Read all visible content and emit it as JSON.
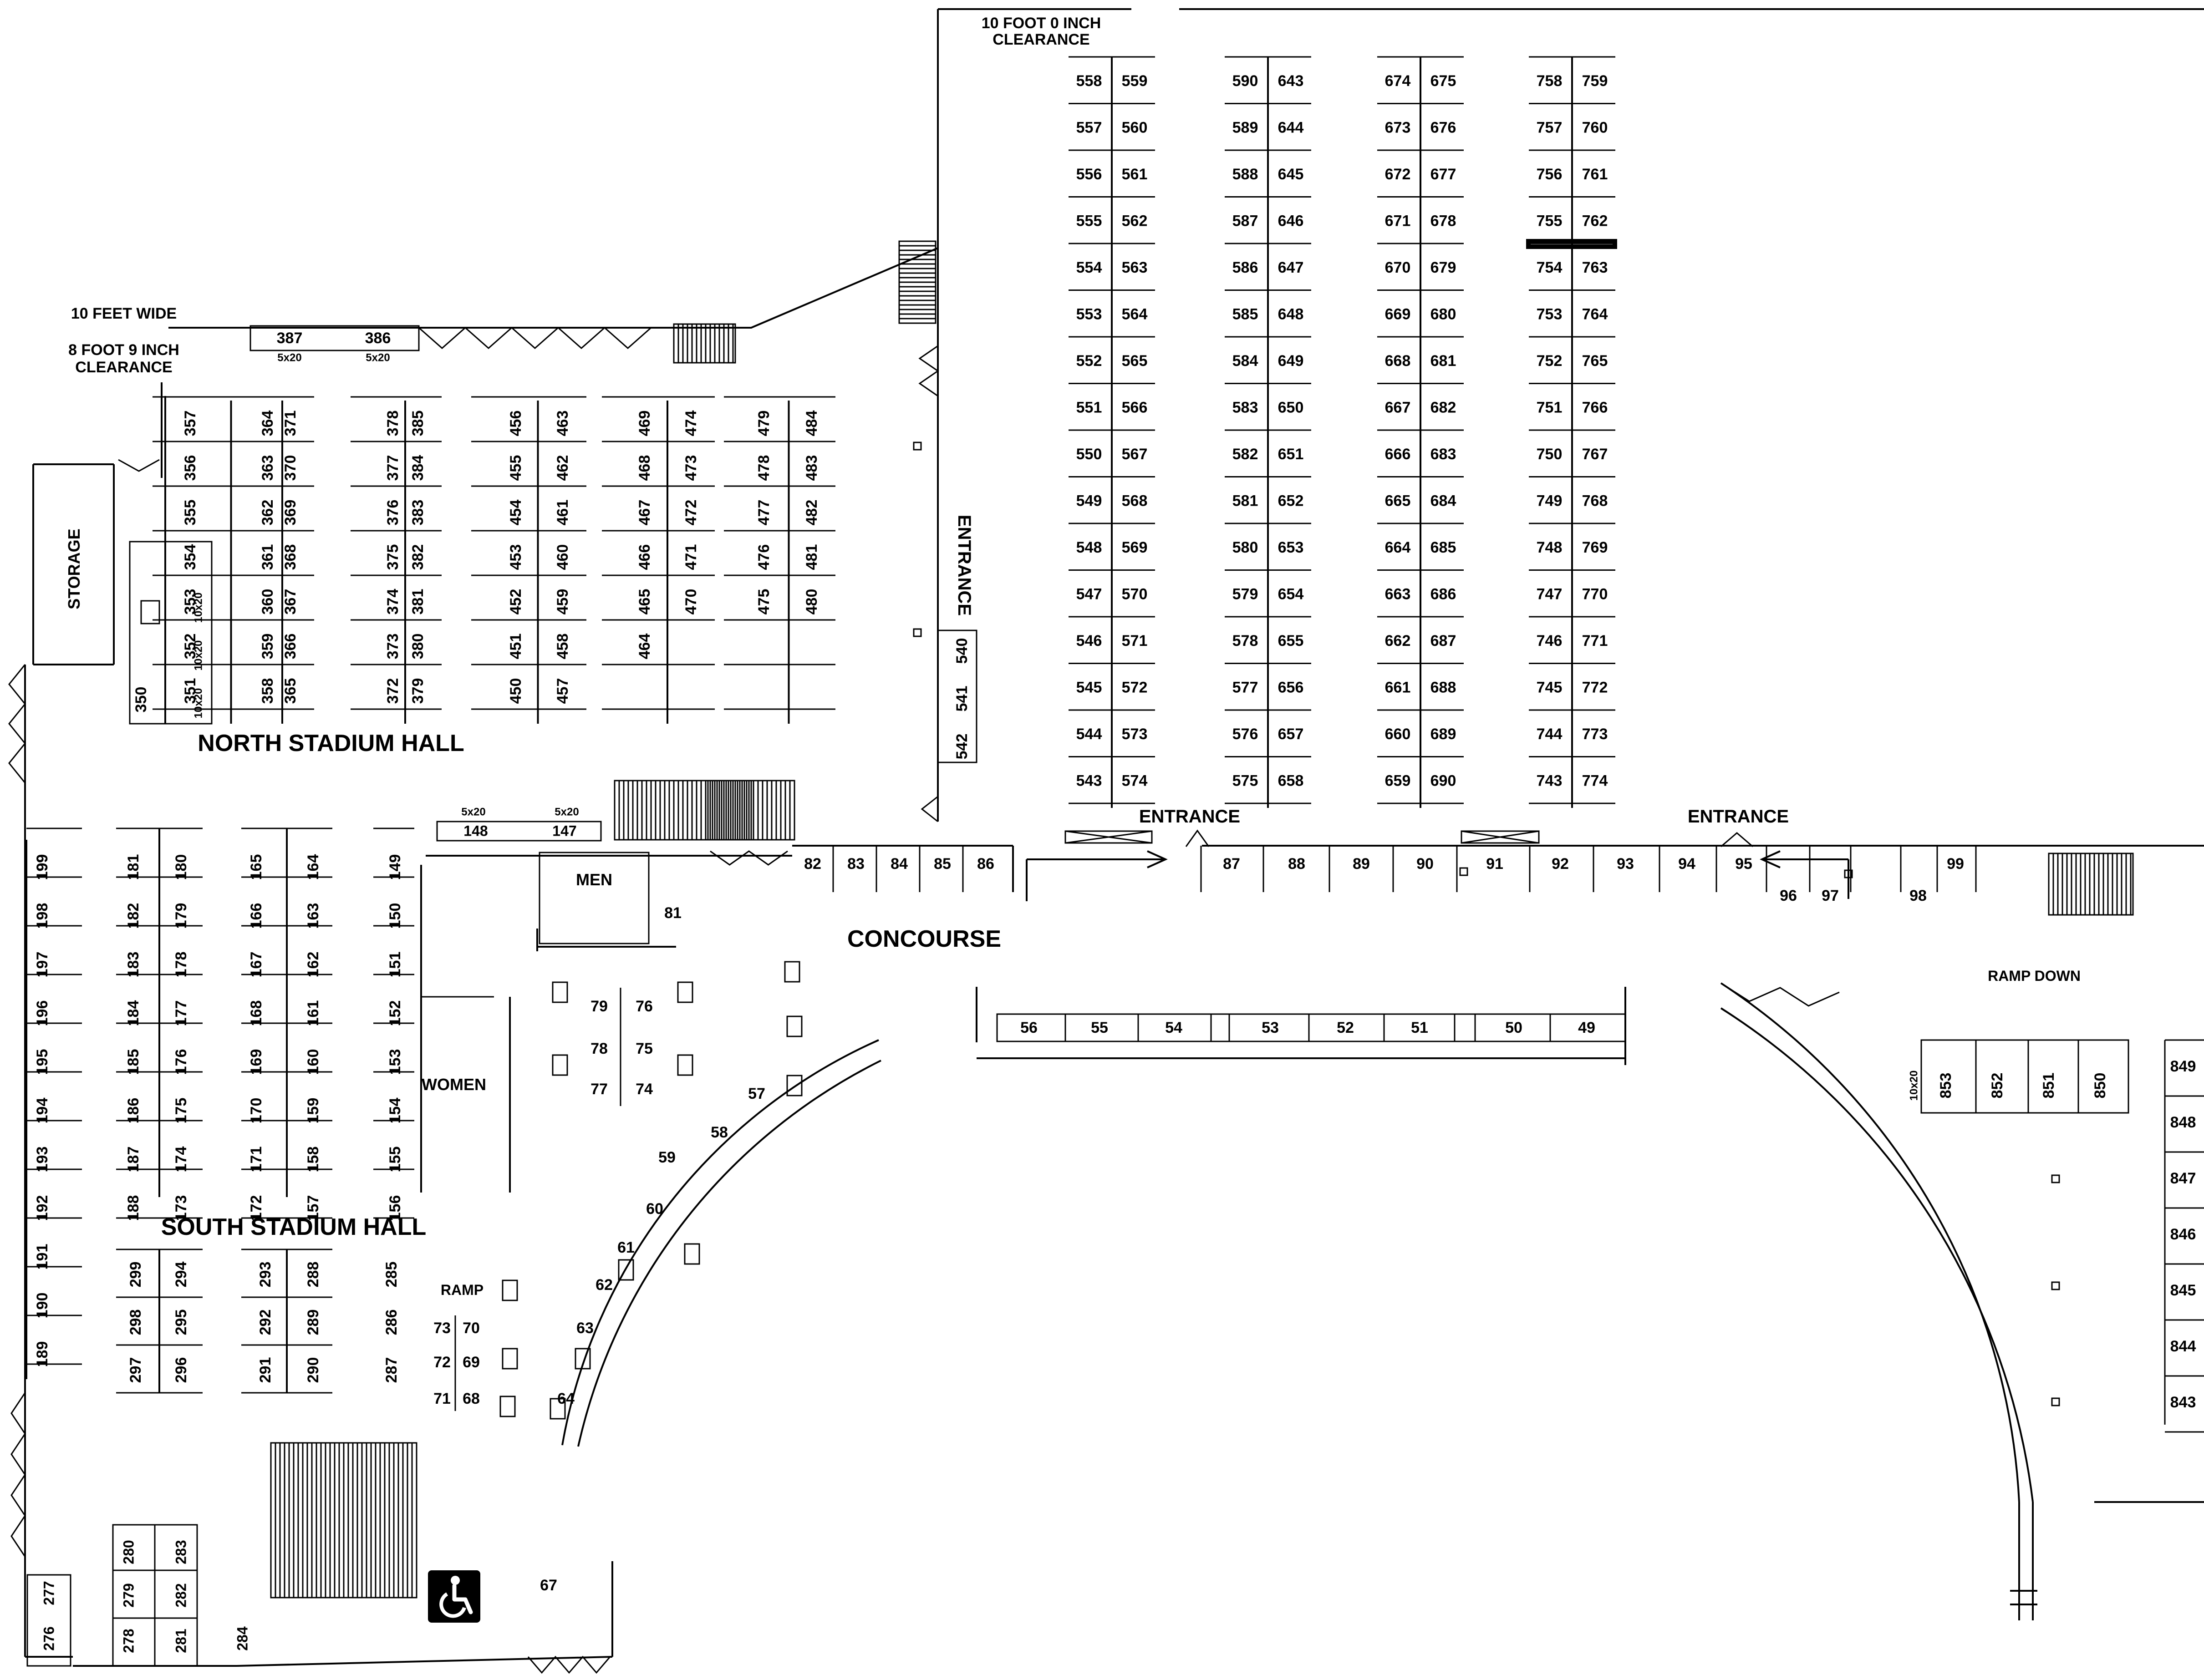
{
  "labels": {
    "north_hall": "NORTH STADIUM HALL",
    "south_hall": "SOUTH STADIUM HALL",
    "concourse": "CONCOURSE",
    "storage": "STORAGE",
    "men": "MEN",
    "women": "WOMEN",
    "entrance_side": "ENTRANCE",
    "entrance_1": "ENTRANCE",
    "entrance_2": "ENTRANCE",
    "ramp": "RAMP",
    "ramp_down": "RAMP DOWN",
    "wide": "10 FEET WIDE",
    "clear_a": "8 FOOT 9 INCH",
    "clear_b": "CLEARANCE",
    "top_clear_a": "10 FOOT 0 INCH",
    "top_clear_b": "CLEARANCE",
    "size_5x20": "5x20",
    "size_10x20": "10x20"
  },
  "booths": {
    "east_rows": [
      [
        558,
        557,
        556,
        555,
        554,
        553,
        552,
        551,
        550,
        549,
        548,
        547,
        546,
        545,
        544,
        543
      ],
      [
        559,
        560,
        561,
        562,
        563,
        564,
        565,
        566,
        567,
        568,
        569,
        570,
        571,
        572,
        573,
        574
      ],
      [
        590,
        589,
        588,
        587,
        586,
        585,
        584,
        583,
        582,
        581,
        580,
        579,
        578,
        577,
        576,
        575
      ],
      [
        643,
        644,
        645,
        646,
        647,
        648,
        649,
        650,
        651,
        652,
        653,
        654,
        655,
        656,
        657,
        658
      ],
      [
        674,
        673,
        672,
        671,
        670,
        669,
        668,
        667,
        666,
        665,
        664,
        663,
        662,
        661,
        660,
        659
      ],
      [
        675,
        676,
        677,
        678,
        679,
        680,
        681,
        682,
        683,
        684,
        685,
        686,
        687,
        688,
        689,
        690
      ],
      [
        758,
        757,
        756,
        755,
        754,
        753,
        752,
        751,
        750,
        749,
        748,
        747,
        746,
        745,
        744,
        743
      ],
      [
        759,
        760,
        761,
        762,
        763,
        764,
        765,
        766,
        767,
        768,
        769,
        770,
        771,
        772,
        773,
        774
      ]
    ],
    "north_cols": [
      [
        357,
        356,
        355,
        354,
        353,
        352,
        351
      ],
      [
        364,
        363,
        362,
        361,
        360,
        359,
        358
      ],
      [
        371,
        370,
        369,
        368,
        367,
        366,
        365
      ],
      [
        378,
        377,
        376,
        375,
        374,
        373,
        372
      ],
      [
        385,
        384,
        383,
        382,
        381,
        380,
        379
      ],
      [
        456,
        455,
        454,
        453,
        452,
        451,
        450
      ],
      [
        463,
        462,
        461,
        460,
        459,
        458,
        457
      ],
      [
        469,
        468,
        467,
        466,
        465,
        464
      ],
      [
        474,
        473,
        472,
        471,
        470
      ],
      [
        479,
        478,
        477,
        476,
        475
      ],
      [
        484,
        483,
        482,
        481,
        480
      ]
    ],
    "north_extra": [
      350,
      387,
      386,
      540,
      541,
      542
    ],
    "south_cols": [
      [
        199,
        198,
        197,
        196,
        195,
        194,
        193,
        192,
        191,
        190,
        189
      ],
      [
        181,
        182,
        183,
        184,
        185,
        186,
        187,
        188
      ],
      [
        180,
        179,
        178,
        177,
        176,
        175,
        174,
        173
      ],
      [
        165,
        166,
        167,
        168,
        169,
        170,
        171,
        172
      ],
      [
        164,
        163,
        162,
        161,
        160,
        159,
        158,
        157
      ],
      [
        149,
        150,
        151,
        152,
        153,
        154,
        155,
        156
      ]
    ],
    "south_lower_cols": [
      [
        299,
        298,
        297
      ],
      [
        294,
        295,
        296
      ],
      [
        293,
        292,
        291
      ],
      [
        288,
        289,
        290
      ],
      [
        285,
        286,
        287
      ]
    ],
    "corner": [
      280,
      279,
      278,
      283,
      282,
      281,
      277,
      276,
      284,
      67
    ],
    "concourse_top_a": [
      148,
      147
    ],
    "concourse_top_b": [
      82,
      83,
      84,
      85,
      86,
      87,
      88,
      89,
      90,
      91,
      92,
      93,
      94,
      95,
      96,
      97,
      98,
      99
    ],
    "concourse_mid": [
      56,
      55,
      54,
      53,
      52,
      51,
      50,
      49
    ],
    "concourse_pairs": [
      79,
      76,
      78,
      75,
      77,
      74,
      73,
      70,
      72,
      69,
      71,
      68,
      81
    ],
    "arc_left": [
      57,
      58,
      59,
      60,
      61,
      62,
      63,
      64
    ],
    "ramp_down_row": [
      853,
      852,
      851,
      850
    ],
    "ramp_down_col": [
      849,
      848,
      847,
      846,
      845,
      844,
      843
    ]
  }
}
